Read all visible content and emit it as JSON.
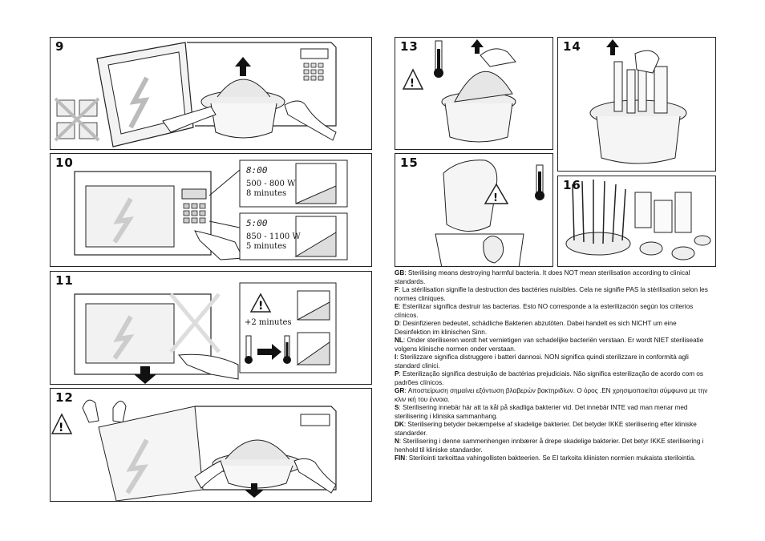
{
  "panels": {
    "p9": "9",
    "p10": "10",
    "p11": "11",
    "p12": "12",
    "p13": "13",
    "p14": "14",
    "p15": "15",
    "p16": "16"
  },
  "step10": {
    "display1": "8:00",
    "power1": "500 - 800 W",
    "time1": "8 minutes",
    "display2": "5:00",
    "power2": "850 - 1100 W",
    "time2": "5 minutes"
  },
  "step11": {
    "extra": "+2 minutes"
  },
  "languages": [
    {
      "code": "GB",
      "text": ": Sterilising means destroying harmful bacteria. It does NOT mean sterilisation according to clinical standards."
    },
    {
      "code": "F",
      "text": ": La stérilisation signifie la destruction des bactéries nuisibles. Cela ne signifie PAS la stérilisation selon les normes cliniques."
    },
    {
      "code": "E",
      "text": ": Esterilizar significa destruir las bacterias. Esto NO corresponde a la esterilización según los criterios clínicos."
    },
    {
      "code": "D",
      "text": ": Desinfizieren bedeutet, schädliche Bakterien abzutöten. Dabei handelt es sich NICHT um eine Desinfektion im klinischen Sinn."
    },
    {
      "code": "NL",
      "text": ": Onder steriliseren wordt het vernietigen van schadelijke bacteriën verstaan. Er wordt NIET steriliseatie volgens klinische normen onder verstaan."
    },
    {
      "code": "I",
      "text": ": Sterilizzare significa distruggere i batteri dannosi. NON significa quindi sterilizzare in conformità agli standard clinici."
    },
    {
      "code": "P",
      "text": ": Esterilização significa destruição de bactérias prejudiciais. Não significa esterilização de acordo com os padrões clínicos."
    },
    {
      "code": "GR",
      "text": ": Αποστείρωση σημαίνει εξόντωση βλαβερών βακτηριδίων. Ο όρος .ΕΝ χρησιμοποιείται σύμφωνα με την κλιν ική του έννοια."
    },
    {
      "code": "S",
      "text": ": Sterilisering innebär här att ta kål på skadliga bakterier vid. Det innebär INTE vad man menar med sterilisering i kliniska sammanhang."
    },
    {
      "code": "DK",
      "text": ": Sterilisering betyder bekæmpelse af skadelige bakterier. Det betyder IKKE sterilisering efter kliniske standarder."
    },
    {
      "code": "N",
      "text": ": Sterilisering i denne sammenhengen innbærer å drepe skadelige bakterier. Det betyr IKKE sterilisering i henhold til kliniske standarder."
    },
    {
      "code": "FIN",
      "text": ": Sterilointi tarkoittaa vahingollisten bakteerien. Se EI tarkoita kliinisten normien mukaista sterilointia."
    }
  ]
}
